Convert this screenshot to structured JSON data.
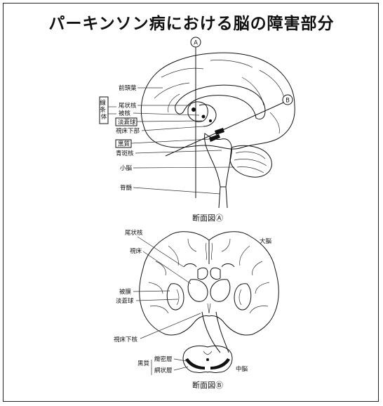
{
  "title": "パーキンソン病における脳の障害部分",
  "section_a": {
    "marker": "A",
    "marker_b": "B",
    "group_label": "線条体",
    "labels": {
      "frontal_lobe": "前頭葉",
      "caudate": "尾状核",
      "putamen": "被核",
      "globus_pallidus": "淡蒼球",
      "hypothalamus": "視床下部",
      "substantia_nigra": "黒質",
      "locus_coeruleus": "青斑核",
      "cerebellum": "小脳",
      "spinal_cord": "脊髄"
    }
  },
  "caption_a": "断面図Ⓐ",
  "section_b": {
    "labels": {
      "caudate": "尾状核",
      "thalamus": "視床",
      "cerebrum": "大脳",
      "putamen": "被膜",
      "globus_pallidus": "淡蒼球",
      "subthalamic_nucleus": "視床下核",
      "substantia_nigra": "黒質",
      "compact_layer": "緻密層",
      "reticular_layer": "網状層",
      "midbrain": "中脳"
    }
  },
  "caption_b": "断面図Ⓑ"
}
